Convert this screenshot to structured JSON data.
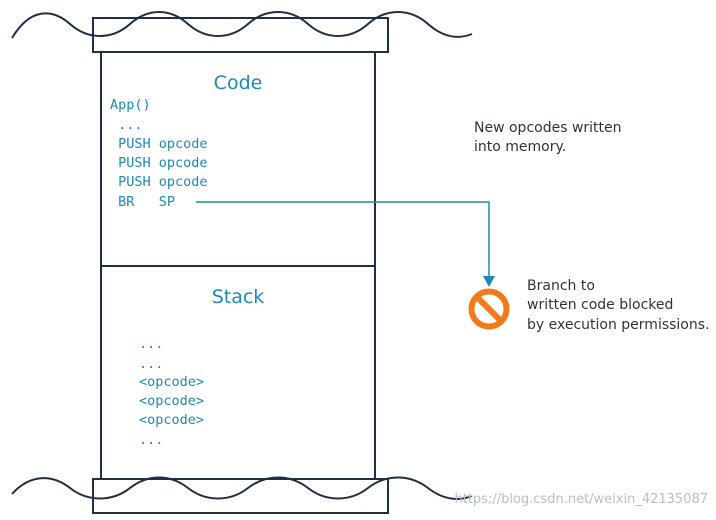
{
  "colors": {
    "frame": "#1f3044",
    "accent": "#1e88b8",
    "blocked": "#f27a1a",
    "text": "#2f3338",
    "watermark": "#b9bec4"
  },
  "code_section": {
    "title": "Code",
    "lines": [
      "App()",
      " ...",
      " PUSH opcode",
      " PUSH opcode",
      " PUSH opcode",
      " BR   SP"
    ]
  },
  "stack_section": {
    "title": "Stack",
    "lines": [
      "...",
      "...",
      "<opcode>",
      "<opcode>",
      "<opcode>",
      "..."
    ]
  },
  "annotations": {
    "new_opcodes": [
      "New opcodes written",
      "into memory."
    ],
    "blocked": [
      "Branch to",
      "written code blocked",
      "by execution permissions."
    ]
  },
  "icons": {
    "blocked": "prohibited-icon"
  },
  "watermark": "https://blog.csdn.net/weixin_42135087"
}
